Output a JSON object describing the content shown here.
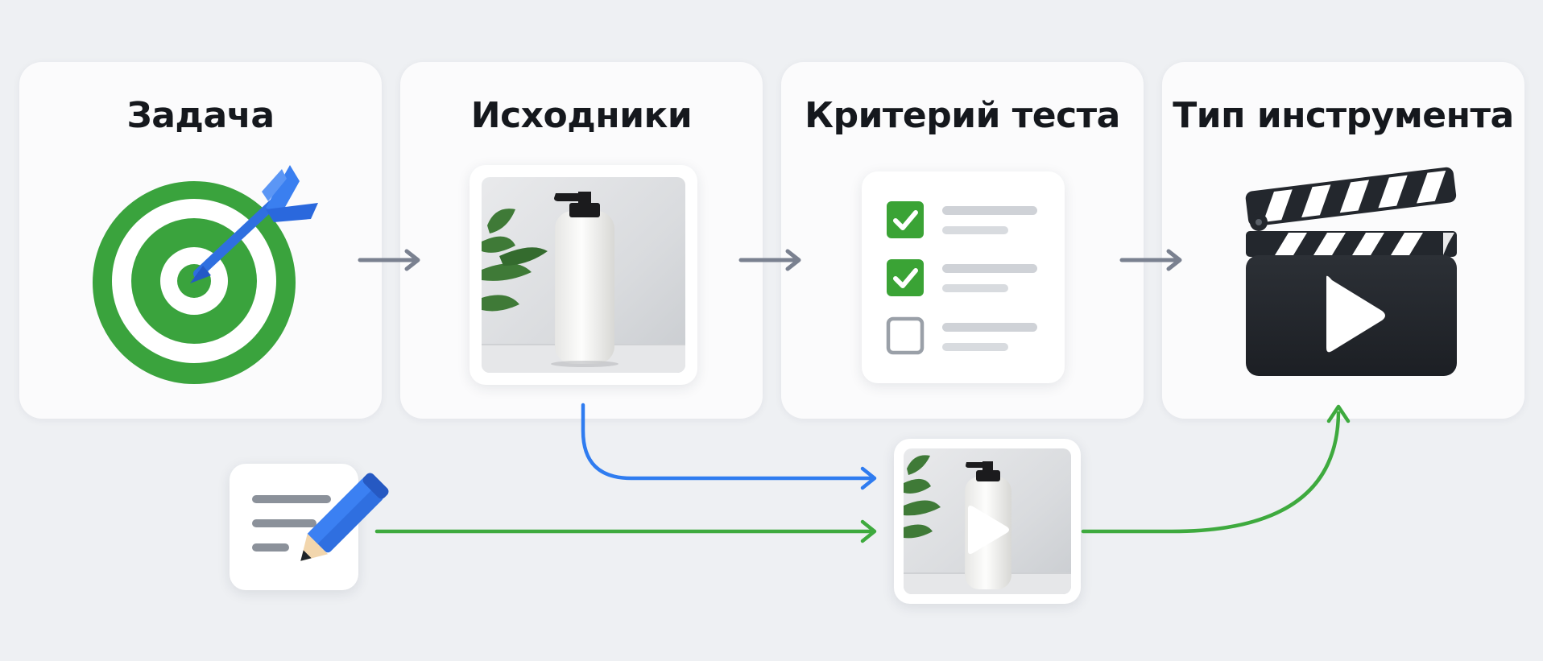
{
  "steps": [
    {
      "title": "Задача",
      "icon": "target-with-dart-icon"
    },
    {
      "title": "Исходники",
      "icon": "product-photo-icon"
    },
    {
      "title": "Критерий теста",
      "icon": "checklist-icon"
    },
    {
      "title": "Тип инструмента",
      "icon": "clapperboard-icon"
    }
  ],
  "colors": {
    "background": "#eef0f3",
    "card": "#fbfbfc",
    "flow_arrow": "#7a8190",
    "source_arrow": "#2f7cf0",
    "text_arrow": "#3eaa3e",
    "check_green": "#3aa335",
    "target_green": "#3aa33d",
    "dart_blue": "#2f6fe0",
    "clapper_dark": "#23272d"
  },
  "bottom_row": {
    "text_input_icon": "text-with-pencil-icon",
    "video_preview_icon": "video-preview-icon"
  }
}
